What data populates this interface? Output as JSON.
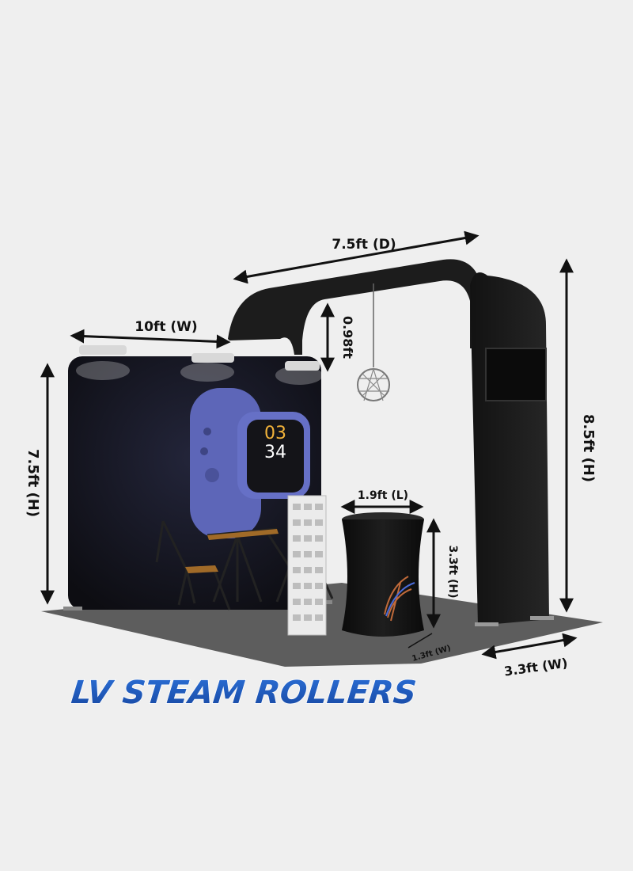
{
  "dimensions": {
    "backwall_width": "10ft (W)",
    "backwall_height": "7.5ft (H)",
    "arch_depth": "7.5ft (D)",
    "arch_header": "0.98ft",
    "tower_height": "8.5ft (H)",
    "tower_width": "3.3ft (W)",
    "counter_length": "1.9ft (L)",
    "counter_height": "3.3ft (H)",
    "counter_width": "1.3ft (W)"
  },
  "screen": {
    "hour": "03",
    "minute": "34"
  },
  "brand": {
    "name": "LV STEAM ROLLERS"
  },
  "colors": {
    "background": "#efefef",
    "floor": "#5d5d5d",
    "booth_black": "#1c1c1c",
    "watch_purple": "#6670c6",
    "watch_digits": "#f2b33a",
    "brand_blue": "#1f5dc0"
  }
}
